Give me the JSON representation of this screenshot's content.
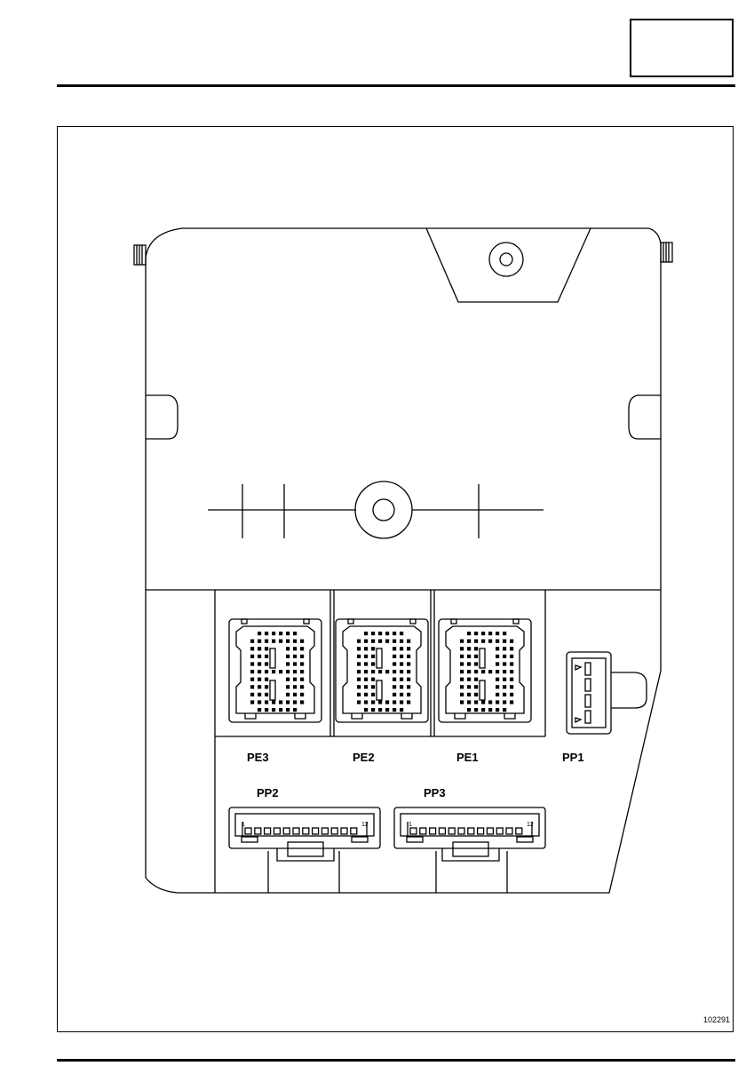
{
  "figure": {
    "reference": "102291"
  },
  "connectors": [
    {
      "id": "pe3",
      "label": "PE3"
    },
    {
      "id": "pe2",
      "label": "PE2"
    },
    {
      "id": "pe1",
      "label": "PE1"
    },
    {
      "id": "pp1",
      "label": "PP1"
    },
    {
      "id": "pp2",
      "label": "PP2",
      "pin_first": "1",
      "pin_last": "12"
    },
    {
      "id": "pp3",
      "label": "PP3",
      "pin_first": "1",
      "pin_last": "12"
    }
  ]
}
